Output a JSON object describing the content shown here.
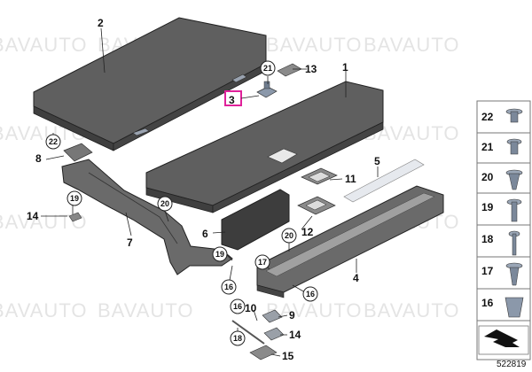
{
  "watermark": "BAVAUTO",
  "diagram_id": "522819",
  "highlighted_part": "3",
  "accent_color": "#e0219a",
  "callouts": [
    "1",
    "2",
    "3",
    "4",
    "5",
    "6",
    "7",
    "8",
    "9",
    "10",
    "11",
    "12",
    "13",
    "14",
    "14",
    "15"
  ],
  "circled_callouts": [
    "21",
    "22",
    "19",
    "20",
    "19",
    "18",
    "17",
    "16",
    "16",
    "16",
    "20",
    "17"
  ],
  "sidebar": {
    "items": [
      {
        "number": "22"
      },
      {
        "number": "21"
      },
      {
        "number": "20"
      },
      {
        "number": "19"
      },
      {
        "number": "18"
      },
      {
        "number": "17"
      },
      {
        "number": "16"
      }
    ]
  }
}
